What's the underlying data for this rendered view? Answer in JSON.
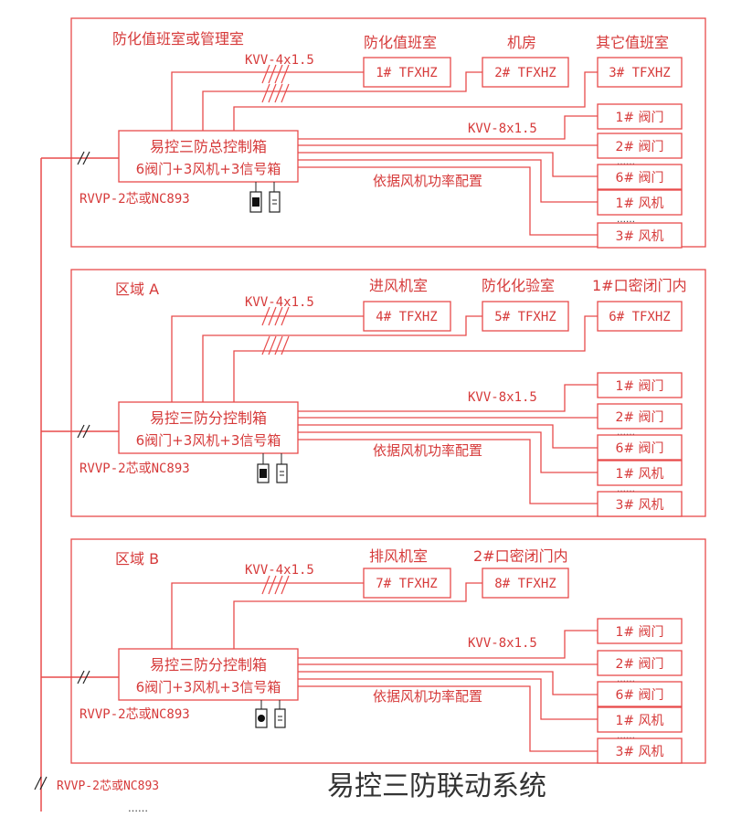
{
  "title": "易控三防联动系统",
  "bus_cable": "RVVP-2芯或NC893",
  "colors": {
    "line": "#e84b4b",
    "text": "#d63a3a",
    "dark": "#222222"
  },
  "panels": [
    {
      "label": "防化值班室或管理室",
      "controller": {
        "line1": "易控三防总控制箱",
        "line2": "6阀门+3风机+3信号箱"
      },
      "cable": "RVVP-2芯或NC893",
      "kvv_top": "KVV-4x1.5",
      "kvv_side": "KVV-8x1.5",
      "config_note": "依据风机功率配置",
      "rooms": [
        {
          "label": "防化值班室",
          "box": "1# TFXHZ"
        },
        {
          "label": "机房",
          "box": "2# TFXHZ"
        },
        {
          "label": "其它值班室",
          "box": "3# TFXHZ"
        }
      ],
      "devices": [
        "1# 阀门",
        "2# 阀门",
        "6# 阀门",
        "1# 风机",
        "3# 风机"
      ]
    },
    {
      "label": "区域 A",
      "controller": {
        "line1": "易控三防分控制箱",
        "line2": "6阀门+3风机+3信号箱"
      },
      "cable": "RVVP-2芯或NC893",
      "kvv_top": "KVV-4x1.5",
      "kvv_side": "KVV-8x1.5",
      "config_note": "依据风机功率配置",
      "rooms": [
        {
          "label": "进风机室",
          "box": "4# TFXHZ"
        },
        {
          "label": "防化化验室",
          "box": "5# TFXHZ"
        },
        {
          "label": "1#口密闭门内",
          "box": "6# TFXHZ"
        }
      ],
      "devices": [
        "1# 阀门",
        "2# 阀门",
        "6# 阀门",
        "1# 风机",
        "3# 风机"
      ]
    },
    {
      "label": "区域 B",
      "controller": {
        "line1": "易控三防分控制箱",
        "line2": "6阀门+3风机+3信号箱"
      },
      "cable": "RVVP-2芯或NC893",
      "kvv_top": "KVV-4x1.5",
      "kvv_side": "KVV-8x1.5",
      "config_note": "依据风机功率配置",
      "rooms": [
        {
          "label": "排风机室",
          "box": "7# TFXHZ"
        },
        {
          "label": "2#口密闭门内",
          "box": "8# TFXHZ"
        }
      ],
      "devices": [
        "1# 阀门",
        "2# 阀门",
        "6# 阀门",
        "1# 风机",
        "3# 风机"
      ]
    }
  ]
}
